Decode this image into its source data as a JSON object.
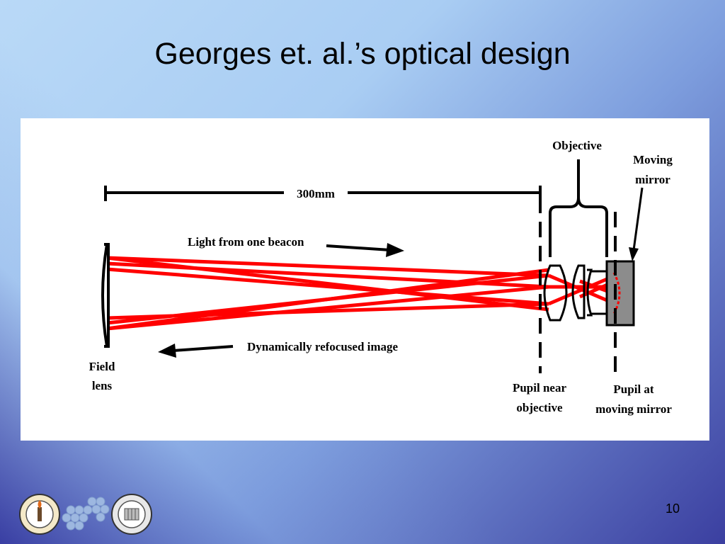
{
  "slide": {
    "title": "Georges et. al.’s optical design",
    "page_number": "10"
  },
  "diagram": {
    "labels": {
      "distance": "300mm",
      "light_in": "Light from one beacon",
      "refocused": "Dynamically refocused image",
      "field_lens_1": "Field",
      "field_lens_2": "lens",
      "objective": "Objective",
      "moving_mirror_1": "Moving",
      "moving_mirror_2": "mirror",
      "pupil_near_1": "Pupil near",
      "pupil_near_2": "objective",
      "pupil_mirror_1": "Pupil at",
      "pupil_mirror_2": "moving mirror"
    },
    "colors": {
      "ray": "#ff0000",
      "mirror_fill": "#8c8c8c",
      "line": "#000000"
    }
  },
  "logos": [
    "caltech-seal",
    "segmented-mirror-hexagons",
    "university-of-california-seal"
  ]
}
